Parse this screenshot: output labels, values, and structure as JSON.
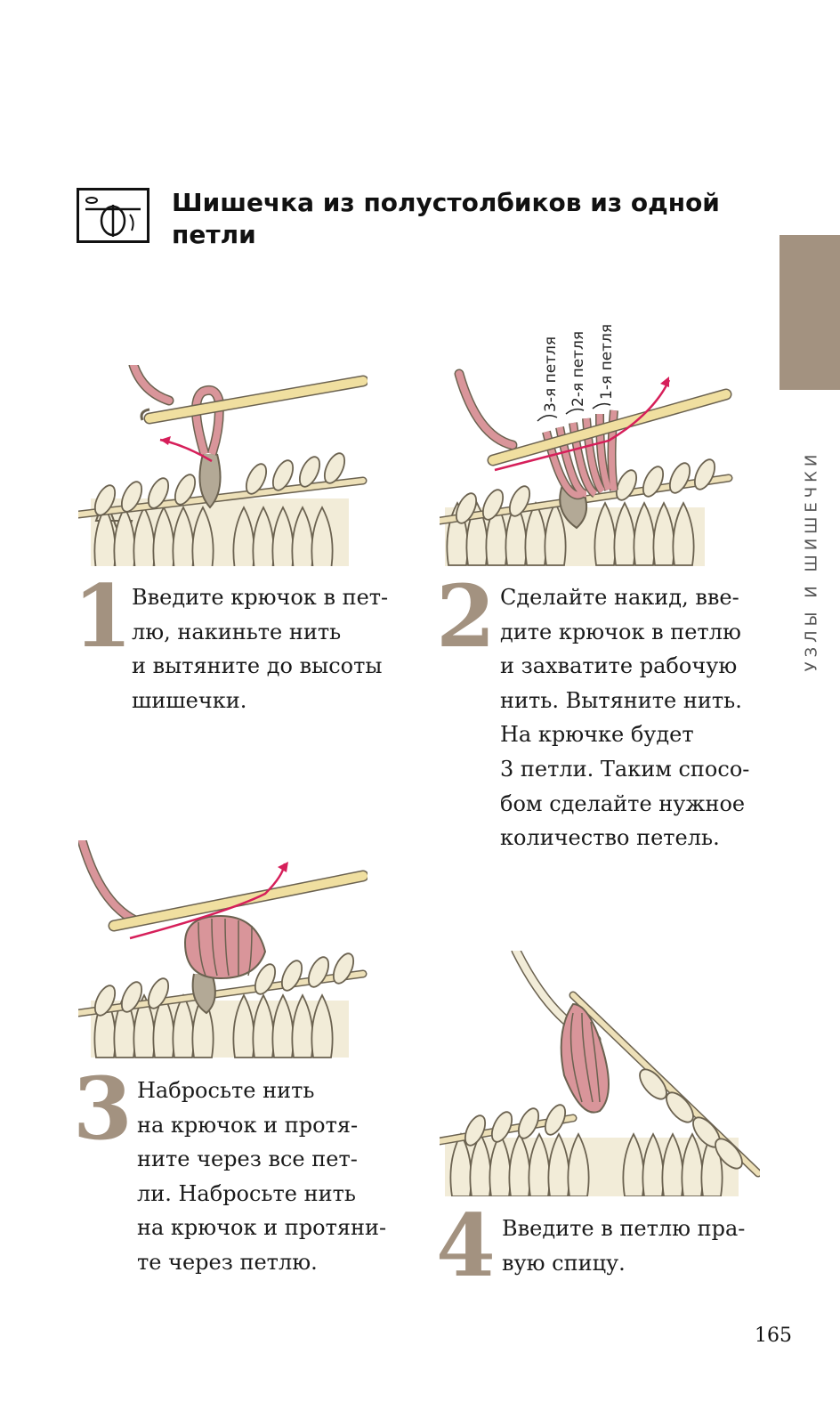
{
  "header": {
    "title_line1": "Шишечка из полустолбиков из одной",
    "title_line2": "петли",
    "symbol_icon": "crochet-bobble-symbol-icon"
  },
  "side_tab": {
    "label": "УЗЛЫ И ШИШЕЧКИ",
    "color": "#a39280"
  },
  "step2_diagram": {
    "loop_labels": [
      "3-я петля",
      "2-я петля",
      "1-я петля"
    ]
  },
  "steps": [
    {
      "number": "1",
      "lines": [
        "Введите крючок в пет-",
        "лю, накиньте нить",
        "и вытяните до высоты",
        "шишечки."
      ]
    },
    {
      "number": "2",
      "lines": [
        "Сделайте накид, вве-",
        "дите крючок в петлю",
        "и захватите рабочую",
        "нить. Вытяните нить.",
        "На крючке будет",
        "3 петли. Таким спосо-",
        "бом сделайте нужное",
        "количество петель."
      ]
    },
    {
      "number": "3",
      "lines": [
        "Набросьте нить",
        "на крючок и протя-",
        "ните через все пет-",
        "ли. Набросьте нить",
        "на крючок и протяни-",
        "те через петлю."
      ]
    },
    {
      "number": "4",
      "lines": [
        "Введите в петлю пра-",
        "вую спицу."
      ]
    }
  ],
  "colors": {
    "yarn_main": "#f2ecd8",
    "yarn_outline": "#6b6250",
    "yarn_pink": "#d9959a",
    "yarn_gray": "#b3a996",
    "needle": "#ede0b8",
    "hook": "#f0dfa0",
    "arrow": "#d61f5a",
    "accent_number": "#a39280"
  },
  "footer": {
    "page_number": "165"
  }
}
